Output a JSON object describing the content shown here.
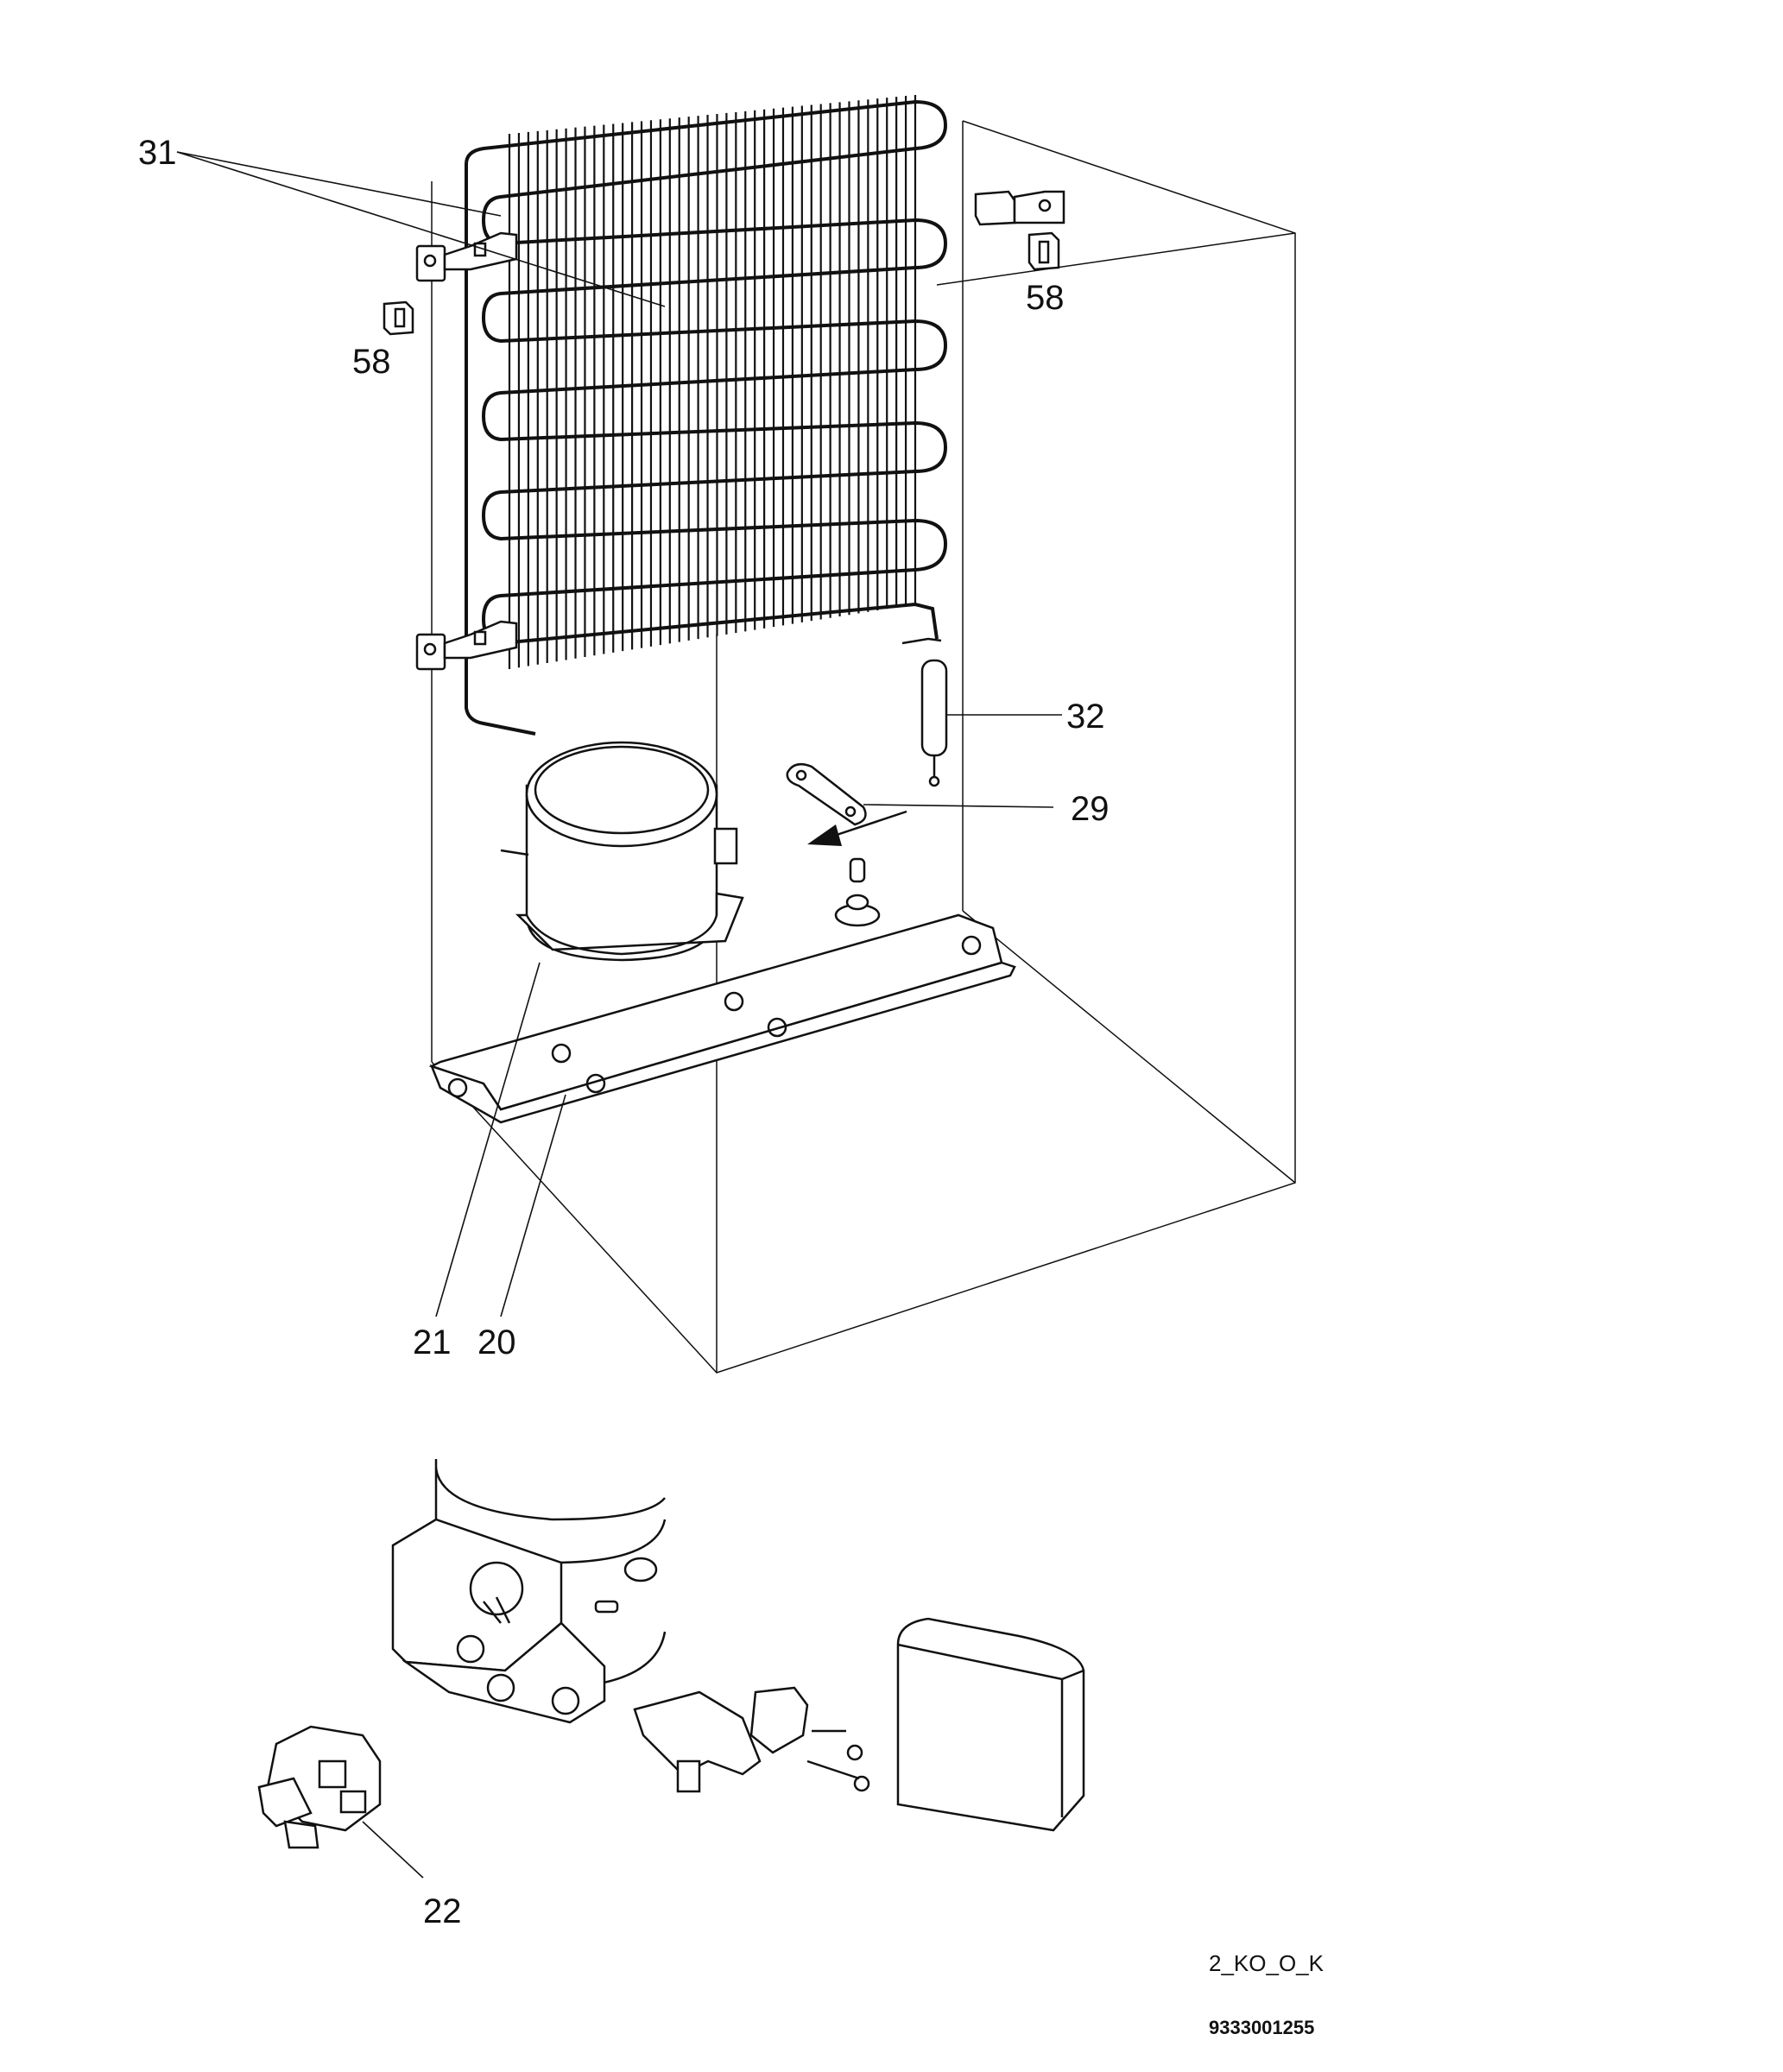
{
  "callouts": {
    "c31": "31",
    "c58_left": "58",
    "c58_right": "58",
    "c32": "32",
    "c29": "29",
    "c21": "21",
    "c20": "20",
    "c22": "22"
  },
  "footer": {
    "group_code": "2_KO_O_K",
    "part_number": "9333001255"
  },
  "icons": [
    "arrow-icon"
  ]
}
